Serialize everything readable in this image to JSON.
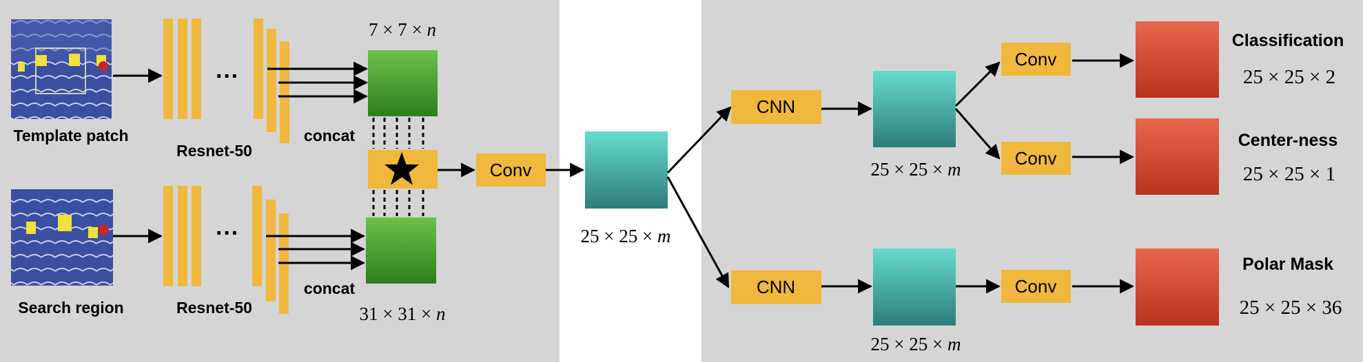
{
  "inputs": {
    "template": "Template patch",
    "search": "Search region"
  },
  "backbone": {
    "top": "Resnet-50",
    "bottom": "Resnet-50",
    "ellipsis": "···"
  },
  "concat": {
    "top": "concat",
    "bottom": "concat"
  },
  "dims": {
    "top_feat": [
      "7",
      "7",
      "n"
    ],
    "bottom_feat": [
      "31",
      "31",
      "n"
    ],
    "xcorr_out": [
      "25",
      "25",
      "m"
    ],
    "upper_cnn_out": [
      "25",
      "25",
      "m"
    ],
    "lower_cnn_out": [
      "25",
      "25",
      "m"
    ],
    "classification": [
      "25",
      "25",
      "2"
    ],
    "centerness": [
      "25",
      "25",
      "1"
    ],
    "polar_mask": [
      "25",
      "25",
      "36"
    ]
  },
  "blocks": {
    "conv": "Conv",
    "cnn": "CNN"
  },
  "heads": {
    "classification": "Classification",
    "centerness": "Center-ness",
    "polar_mask": "Polar Mask"
  },
  "colors": {
    "panel_bg": "#d5d5d5",
    "orange": "#f0b83c",
    "green_top": "#6cc24a",
    "green_bottom": "#2e7d1e",
    "teal_top": "#66dccb",
    "teal_bottom": "#2e7c7a",
    "red_top": "#e8674f",
    "red_bottom": "#b8321e"
  },
  "icons": {
    "xcorr": "star-icon"
  }
}
